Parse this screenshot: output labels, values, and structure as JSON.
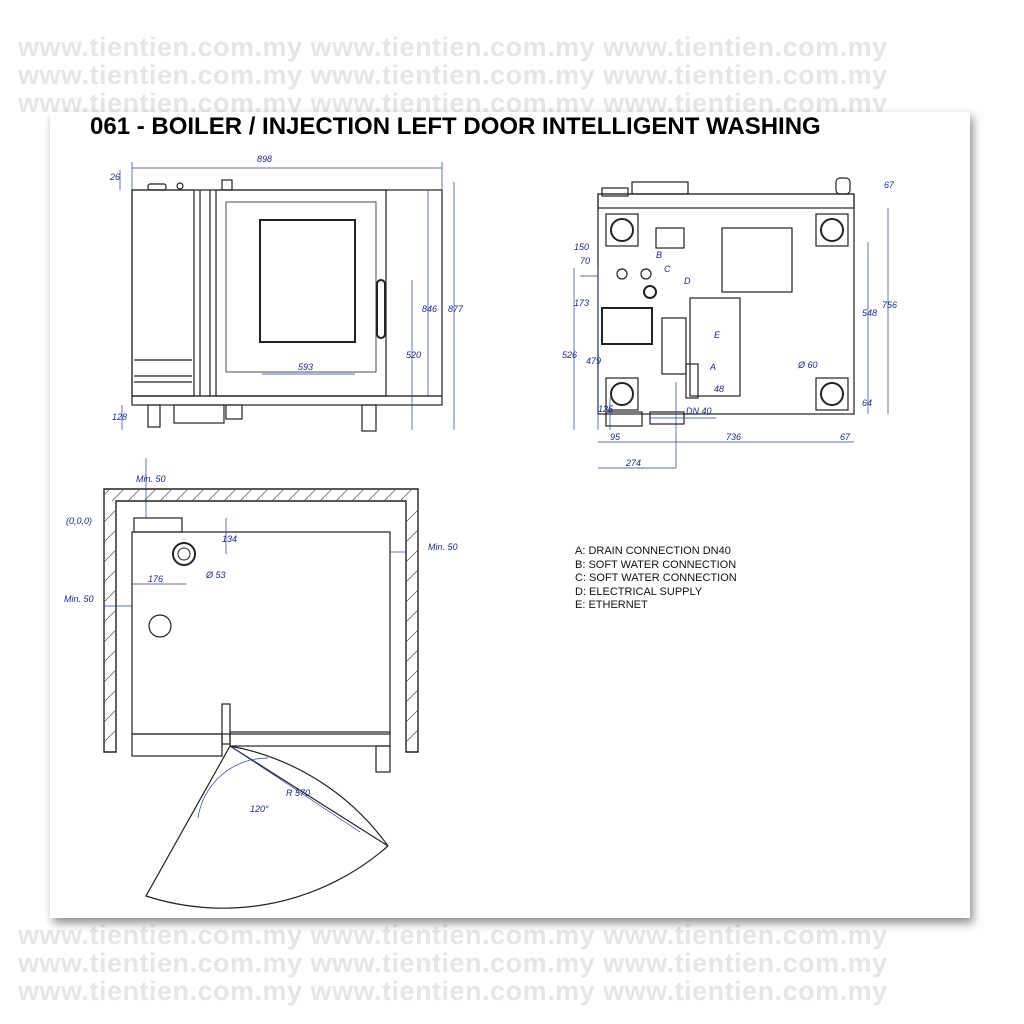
{
  "watermark": "www.tientien.com.my www.tientien.com.my www.tientien.com.my",
  "title": "061 - BOILER / INJECTION  LEFT DOOR   INTELLIGENT WASHING",
  "front_view": {
    "dims": {
      "width": "898",
      "top_offset": "26",
      "height_a": "846",
      "height_b": "877",
      "door_height": "520",
      "glass_width": "593",
      "leg_height": "128"
    }
  },
  "rear_view": {
    "dims": {
      "d150": "150",
      "d70": "70",
      "d173": "173",
      "h526": "526",
      "h479": "479",
      "h125": "125",
      "d95": "95",
      "d736": "736",
      "d67_bottom": "67",
      "d274": "274",
      "d48": "48",
      "dn40": "DN 40",
      "h548": "548",
      "h756": "756",
      "h64": "64",
      "d67_top": "67",
      "dia60": "Ø 60"
    },
    "labels": {
      "a": "A",
      "b": "B",
      "c": "C",
      "d": "D",
      "e": "E"
    }
  },
  "plan_view": {
    "dims": {
      "min50_top": "Min. 50",
      "origin": "(0,0,0)",
      "d134": "134",
      "d176": "176",
      "dia53": "Ø 53",
      "min50_right": "Min. 50",
      "min50_left": "Min. 50",
      "angle": "120°",
      "radius": "R 570"
    }
  },
  "legend": [
    "A: DRAIN CONNECTION DN40",
    "B: SOFT WATER CONNECTION",
    "C: SOFT WATER CONNECTION",
    "D: ELECTRICAL SUPPLY",
    "E: ETHERNET"
  ]
}
